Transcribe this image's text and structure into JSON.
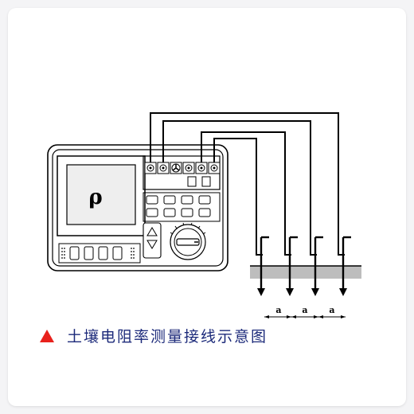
{
  "display": {
    "symbol": "ρ"
  },
  "spacing": {
    "label": "a"
  },
  "caption": {
    "text": "土壤电阻率测量接线示意图",
    "color": "#1c2a7a",
    "marker_color": "#e8211c"
  }
}
